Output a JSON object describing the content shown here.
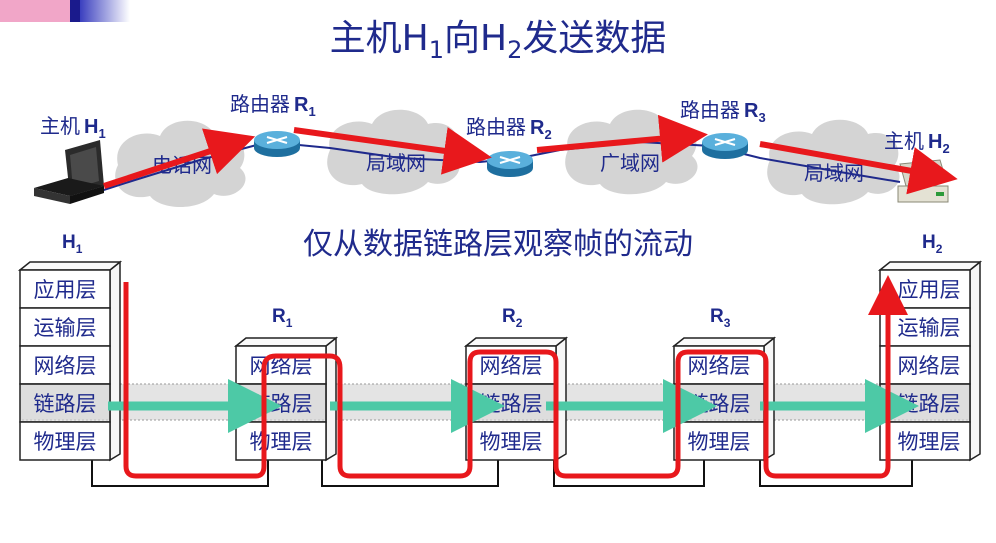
{
  "title": {
    "prefix": "主机",
    "h1": "H",
    "h1_sub": "1",
    "mid": "向",
    "h2": "H",
    "h2_sub": "2",
    "suffix": "发送数据"
  },
  "subtitle": "仅从数据链路层观察帧的流动",
  "network": {
    "host1": {
      "name": "主机",
      "id": "H",
      "sub": "1"
    },
    "host2": {
      "name": "主机",
      "id": "H",
      "sub": "2"
    },
    "routers": [
      {
        "name": "路由器",
        "id": "R",
        "sub": "1"
      },
      {
        "name": "路由器",
        "id": "R",
        "sub": "2"
      },
      {
        "name": "路由器",
        "id": "R",
        "sub": "3"
      }
    ],
    "clouds": [
      "电话网",
      "局域网",
      "广域网",
      "局域网"
    ]
  },
  "stacks": {
    "host_layers": [
      "应用层",
      "运输层",
      "网络层",
      "链路层",
      "物理层"
    ],
    "router_layers": [
      "网络层",
      "链路层",
      "物理层"
    ],
    "labels": [
      {
        "id": "H",
        "sub": "1"
      },
      {
        "id": "R",
        "sub": "1"
      },
      {
        "id": "R",
        "sub": "2"
      },
      {
        "id": "R",
        "sub": "3"
      },
      {
        "id": "H",
        "sub": "2"
      }
    ]
  },
  "colors": {
    "text": "#1f2a8c",
    "path": "#e8181c",
    "frame_arrow": "#4dc9a6",
    "cloud": "#d4d4d4",
    "highlight": "#d9d9d9"
  }
}
